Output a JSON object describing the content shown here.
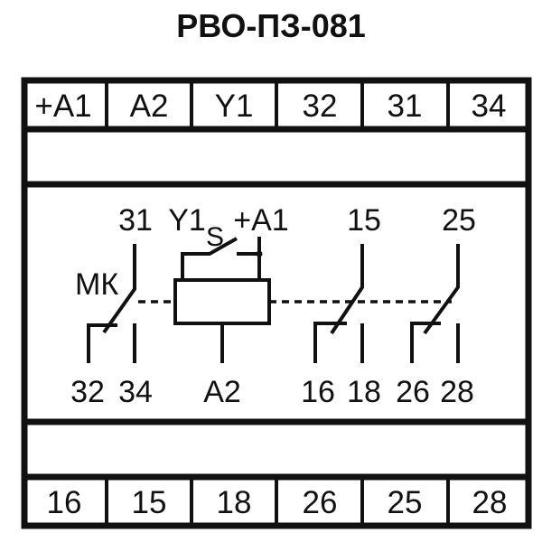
{
  "title": "РВО-ПЗ-081",
  "top_terminals": [
    "+A1",
    "A2",
    "Y1",
    "32",
    "31",
    "34"
  ],
  "bottom_terminals": [
    "16",
    "15",
    "18",
    "26",
    "25",
    "28"
  ],
  "schematic": {
    "mk_label": "МК",
    "mk_contact": {
      "common": "31",
      "nc": "32",
      "no": "34"
    },
    "coil": {
      "control": "Y1",
      "switch_label": "S",
      "supply": "+A1",
      "neutral": "A2"
    },
    "contact_1": {
      "common": "15",
      "nc": "16",
      "no": "18"
    },
    "contact_2": {
      "common": "25",
      "nc": "26",
      "no": "28"
    }
  },
  "colors": {
    "line": "#111111",
    "background": "#ffffff"
  }
}
